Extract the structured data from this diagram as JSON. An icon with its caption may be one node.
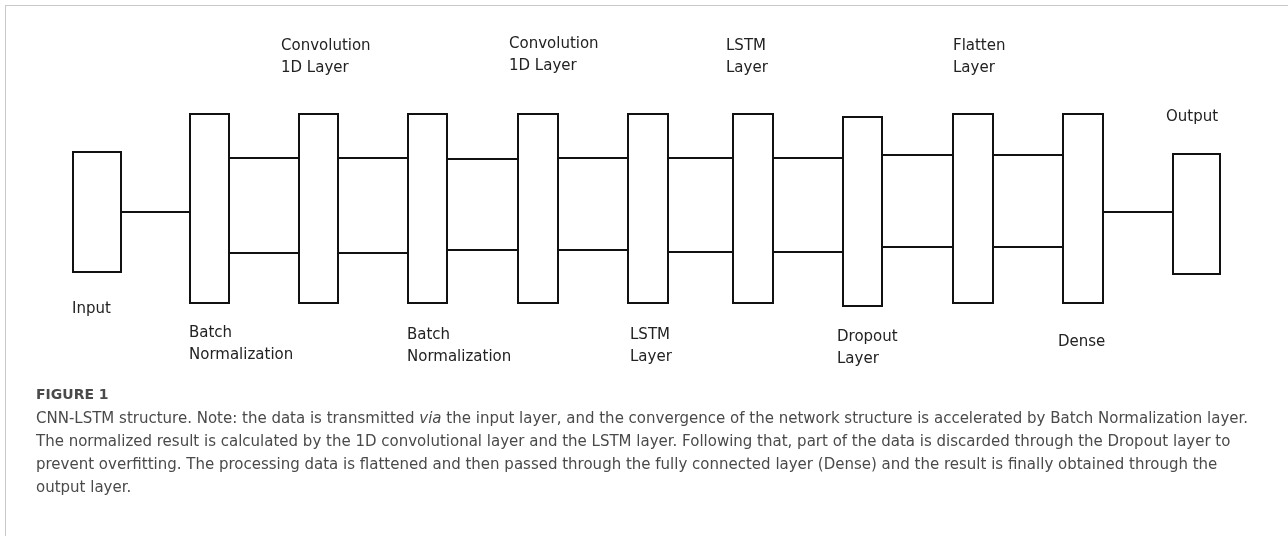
{
  "diagram": {
    "title": "FIGURE 1",
    "caption": "CNN-LSTM structure. Note: the data is transmitted *via* the input layer, and the convergence of the network structure is accelerated by Batch Normalization layer. The normalized result is calculated by the 1D convolutional layer and the LSTM layer. Following that, part of the data is discarded through the Dropout layer to prevent overfitting. The processing data is flattened and then passed through the fully connected layer (Dense) and the result is finally obtained through the output layer.",
    "nodes": [
      {
        "text": [],
        "shape": "box",
        "beside": [
          "Input"
        ]
      },
      {
        "text": [],
        "shape": "box",
        "beside": [
          "Batch Normalization"
        ]
      },
      {
        "text": [],
        "shape": "box",
        "beside": [
          "Convolution 1D Layer"
        ]
      },
      {
        "text": [],
        "shape": "box",
        "beside": [
          "Batch Normalization"
        ]
      },
      {
        "text": [],
        "shape": "box",
        "beside": [
          "Convolution 1D Layer"
        ]
      },
      {
        "text": [],
        "shape": "box",
        "beside": [
          "LSTM Layer"
        ]
      },
      {
        "text": [],
        "shape": "box",
        "beside": [
          "LSTM Layer"
        ]
      },
      {
        "text": [],
        "shape": "box",
        "beside": [
          "Dropout Layer"
        ]
      },
      {
        "text": [],
        "shape": "box",
        "beside": [
          "Flatten Layer"
        ]
      },
      {
        "text": [],
        "shape": "box",
        "beside": [
          "Dense"
        ]
      },
      {
        "text": [],
        "shape": "box",
        "beside": [
          "Output"
        ]
      }
    ],
    "edges": [
      {
        "from": 0,
        "to": 1,
        "arrow": "none"
      },
      {
        "from": 1,
        "to": 2,
        "arrow": "none"
      },
      {
        "from": 1,
        "to": 2,
        "arrow": "none"
      },
      {
        "from": 2,
        "to": 3,
        "arrow": "none"
      },
      {
        "from": 2,
        "to": 3,
        "arrow": "none"
      },
      {
        "from": 3,
        "to": 4,
        "arrow": "none"
      },
      {
        "from": 3,
        "to": 4,
        "arrow": "none"
      },
      {
        "from": 4,
        "to": 5,
        "arrow": "none"
      },
      {
        "from": 4,
        "to": 5,
        "arrow": "none"
      },
      {
        "from": 5,
        "to": 6,
        "arrow": "none"
      },
      {
        "from": 5,
        "to": 6,
        "arrow": "none"
      },
      {
        "from": 6,
        "to": 7,
        "arrow": "none"
      },
      {
        "from": 6,
        "to": 7,
        "arrow": "none"
      },
      {
        "from": 7,
        "to": 8,
        "arrow": "none"
      },
      {
        "from": 7,
        "to": 8,
        "arrow": "none"
      },
      {
        "from": 8,
        "to": 9,
        "arrow": "none"
      },
      {
        "from": 8,
        "to": 9,
        "arrow": "none"
      },
      {
        "from": 9,
        "to": 10,
        "arrow": "none"
      }
    ]
  }
}
